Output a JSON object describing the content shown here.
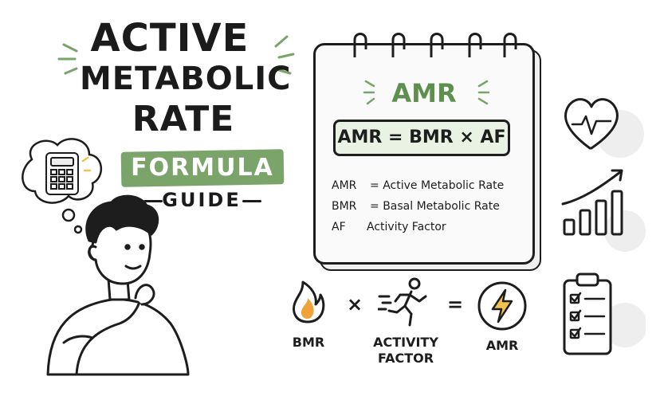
{
  "title": {
    "line1": "ACTIVE",
    "line2": "METABOLIC",
    "line3": "RATE",
    "line4": "FORMULA",
    "line5": "GUIDE"
  },
  "notepad": {
    "heading": "AMR",
    "formula": "AMR = BMR × AF",
    "definitions": [
      {
        "key": "AMR",
        "sep": "=",
        "text": "Active Metabolic Rate"
      },
      {
        "key": "BMR",
        "sep": "=",
        "text": "Basal Metabolic Rate"
      },
      {
        "key": "AF",
        "sep": "",
        "text": "Activity Factor"
      }
    ]
  },
  "equation": {
    "left_label": "BMR",
    "times": "×",
    "middle_label": [
      "ACTIVITY",
      "FACTOR"
    ],
    "equals": "=",
    "right_label": "AMR"
  },
  "colors": {
    "accent_green": "#7aa46a",
    "heading_green": "#5e8f4f",
    "flame_orange": "#f0a23a",
    "bolt_yellow": "#f2c14e",
    "ink": "#1d1d1d"
  },
  "icons": [
    "calculator-icon",
    "heart-pulse-icon",
    "growth-chart-icon",
    "checklist-clipboard-icon",
    "flame-icon",
    "running-person-icon",
    "lightning-bolt-icon"
  ]
}
